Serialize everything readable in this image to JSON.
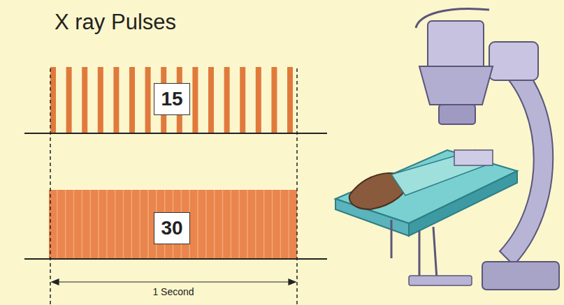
{
  "diagram": {
    "title": "X ray Pulses",
    "nodes": [
      {
        "text": [
          "15"
        ]
      },
      {
        "text": [
          "30"
        ]
      }
    ],
    "labels": [
      "1 Second"
    ]
  }
}
